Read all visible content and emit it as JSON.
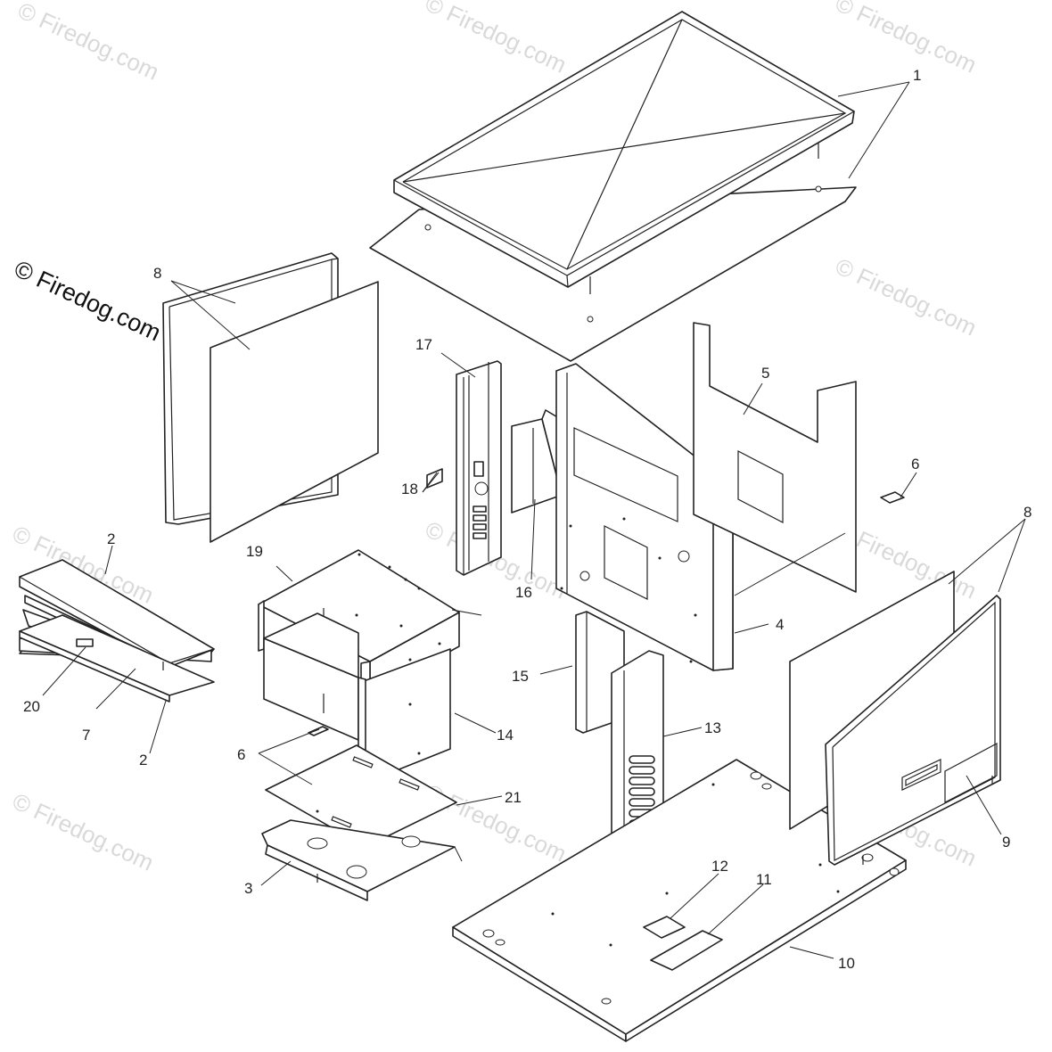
{
  "watermark": {
    "prominent": "© Firedog.com",
    "faint": "© Firedog.com"
  },
  "callouts": {
    "c1": "1",
    "c2a": "2",
    "c2b": "2",
    "c3": "3",
    "c4": "4",
    "c5": "5",
    "c6a": "6",
    "c6b": "6",
    "c7": "7",
    "c8a": "8",
    "c8b": "8",
    "c9": "9",
    "c10": "10",
    "c11": "11",
    "c12": "12",
    "c13": "13",
    "c14": "14",
    "c15": "15",
    "c16": "16",
    "c17": "17",
    "c18": "18",
    "c19": "19",
    "c20": "20",
    "c21": "21"
  }
}
